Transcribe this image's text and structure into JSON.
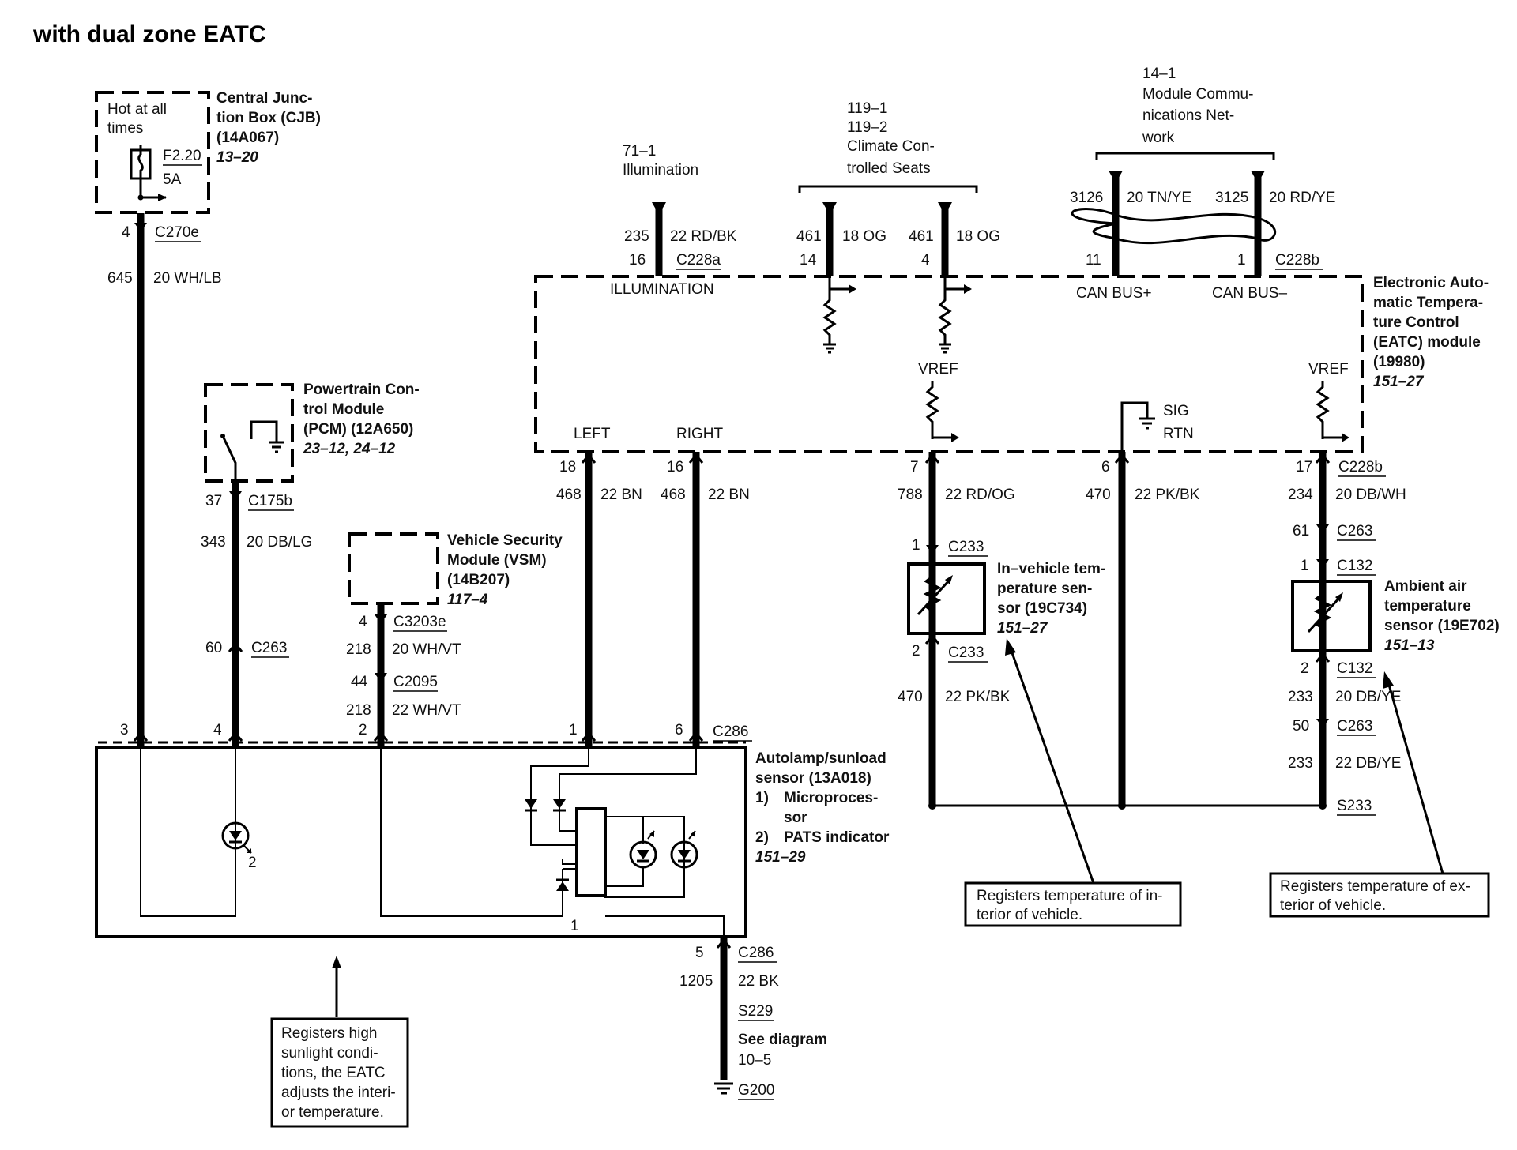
{
  "title": "with dual zone EATC",
  "cjb": {
    "box_label": [
      "Hot at all",
      "times"
    ],
    "fuse": "F2.20",
    "rating": "5A",
    "name": [
      "Central Junc-",
      "tion Box (CJB)",
      "(14A067)"
    ],
    "ref": "13–20",
    "pin": "4",
    "connector": "C270e",
    "circuit": "645",
    "wire": "20 WH/LB"
  },
  "pcm": {
    "name": [
      "Powertrain Con-",
      "trol Module",
      "(PCM) (12A650)"
    ],
    "ref": "23–12, 24–12",
    "pin": "37",
    "connector": "C175b",
    "circuit": "343",
    "wire": "20 DB/LG",
    "pin2": "60",
    "connector2": "C263"
  },
  "vsm": {
    "name": [
      "Vehicle Security",
      "Module (VSM)",
      "(14B207)"
    ],
    "ref": "117–4",
    "pin": "4",
    "connector": "C3203e",
    "circuit": "218",
    "wire": "20 WH/VT",
    "pin2": "44",
    "connector2": "C2095",
    "circuit2": "218",
    "wire2": "22 WH/VT"
  },
  "eatc_inputs": {
    "illum_ref": [
      "71–1",
      "Illumination"
    ],
    "seats_ref": [
      "119–1",
      "119–2",
      "Climate Con-",
      "trolled Seats"
    ],
    "network_ref": [
      "14–1",
      "Module Commu-",
      "nications Net-",
      "work"
    ],
    "illum_circuit": "235",
    "illum_wire": "22 RD/BK",
    "illum_pin": "16",
    "illum_connector": "C228a",
    "illum_label": "ILLUMINATION",
    "seat1_circuit": "461",
    "seat1_wire": "18 OG",
    "seat1_pin": "14",
    "seat2_circuit": "461",
    "seat2_wire": "18 OG",
    "seat2_pin": "4",
    "can1_circuit": "3126",
    "can1_wire": "20 TN/YE",
    "can1_pin": "11",
    "can1_label": "CAN BUS+",
    "can2_circuit": "3125",
    "can2_wire": "20 RD/YE",
    "can2_pin": "1",
    "can2_label": "CAN BUS–",
    "connector": "C228b"
  },
  "eatc": {
    "name": [
      "Electronic Auto-",
      "matic Tempera-",
      "ture Control",
      "(EATC) module",
      "(19980)"
    ],
    "ref": "151–27",
    "left_label": "LEFT",
    "right_label": "RIGHT",
    "vref1": "VREF",
    "vref2": "VREF",
    "sig_label": "SIG",
    "rtn_label": "RTN",
    "bottom_connector": "C228b"
  },
  "eatc_outputs": {
    "left_pin": "18",
    "left_circuit": "468",
    "left_wire": "22 BN",
    "right_pin": "16",
    "right_circuit": "468",
    "right_wire": "22 BN",
    "in_pin": "7",
    "in_circuit": "788",
    "in_wire": "22 RD/OG",
    "rtn_pin": "6",
    "rtn_circuit": "470",
    "rtn_wire": "22 PK/BK",
    "amb_pin": "17",
    "amb_circuit": "234",
    "amb_wire": "20 DB/WH"
  },
  "in_sensor": {
    "pin_top": "1",
    "conn_top": "C233",
    "pin_bot": "2",
    "conn_bot": "C233",
    "name": [
      "In–vehicle tem-",
      "perature sen-",
      "sor (19C734)"
    ],
    "ref": "151–27",
    "circuit": "470",
    "wire": "22 PK/BK"
  },
  "amb_sensor": {
    "pin_a": "61",
    "conn_a": "C263",
    "pin_top": "1",
    "conn_top": "C132",
    "pin_bot": "2",
    "conn_bot": "C132",
    "name": [
      "Ambient air",
      "temperature",
      "sensor (19E702)"
    ],
    "ref": "151–13",
    "circuit1": "233",
    "wire1": "20 DB/YE",
    "pin_c": "50",
    "conn_c": "C263",
    "circuit2": "233",
    "wire2": "22 DB/YE",
    "splice": "S233"
  },
  "autolamp": {
    "pins": [
      "3",
      "4",
      "2",
      "1",
      "6"
    ],
    "connector": "C286",
    "name": [
      "Autolamp/sunload",
      "sensor (13A018)"
    ],
    "item1_num": "1)",
    "item1": [
      "Microproces-",
      "sor"
    ],
    "item2_num": "2)",
    "item2": "PATS indicator",
    "ref": "151–29",
    "inner_label_2": "2",
    "inner_label_1": "1"
  },
  "ground": {
    "pin": "5",
    "connector": "C286",
    "circuit": "1205",
    "wire": "22 BK",
    "splice": "S229",
    "note": [
      "See diagram",
      "10–5"
    ],
    "ground": "G200"
  },
  "notes": {
    "sunload": [
      "Registers high",
      "sunlight condi-",
      "tions, the EATC",
      "adjusts the interi-",
      "or temperature."
    ],
    "interior": [
      "Registers temperature of in-",
      "terior of vehicle."
    ],
    "exterior": [
      "Registers temperature of ex-",
      "terior of vehicle."
    ]
  }
}
